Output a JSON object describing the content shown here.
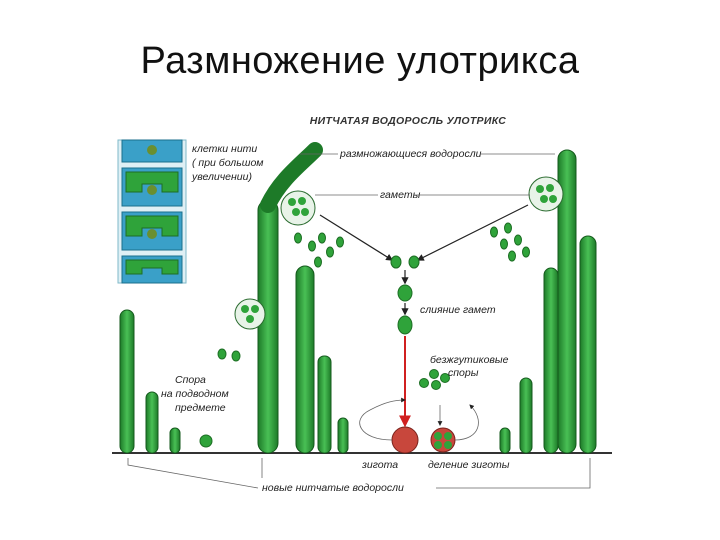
{
  "title": "Размножение улотрикса",
  "diagram": {
    "heading": "НИТЧАТАЯ ВОДОРОСЛЬ УЛОТРИКС",
    "labels": {
      "cells_line1": "клетки нити",
      "cells_line2": "( при большом",
      "cells_line3": "увеличении)",
      "reproducing": "размножающиеся водоросли",
      "gametes": "гаметы",
      "fusion": "слияние гамет",
      "spores_line1": "безжгутиковые",
      "spores_line2": "споры",
      "spore_line1": "Спора",
      "spore_line2": "на подводном",
      "spore_line3": "предмете",
      "zygote": "зигота",
      "zygote_division": "деление зиготы",
      "new_filaments": "новые нитчатые водоросли"
    },
    "colors": {
      "cell_green": "#2fa33a",
      "cell_dark": "#1d6e24",
      "inset_blue": "#3aa0c8",
      "zygote_red": "#c8473c",
      "arrow_red": "#d02020"
    }
  }
}
